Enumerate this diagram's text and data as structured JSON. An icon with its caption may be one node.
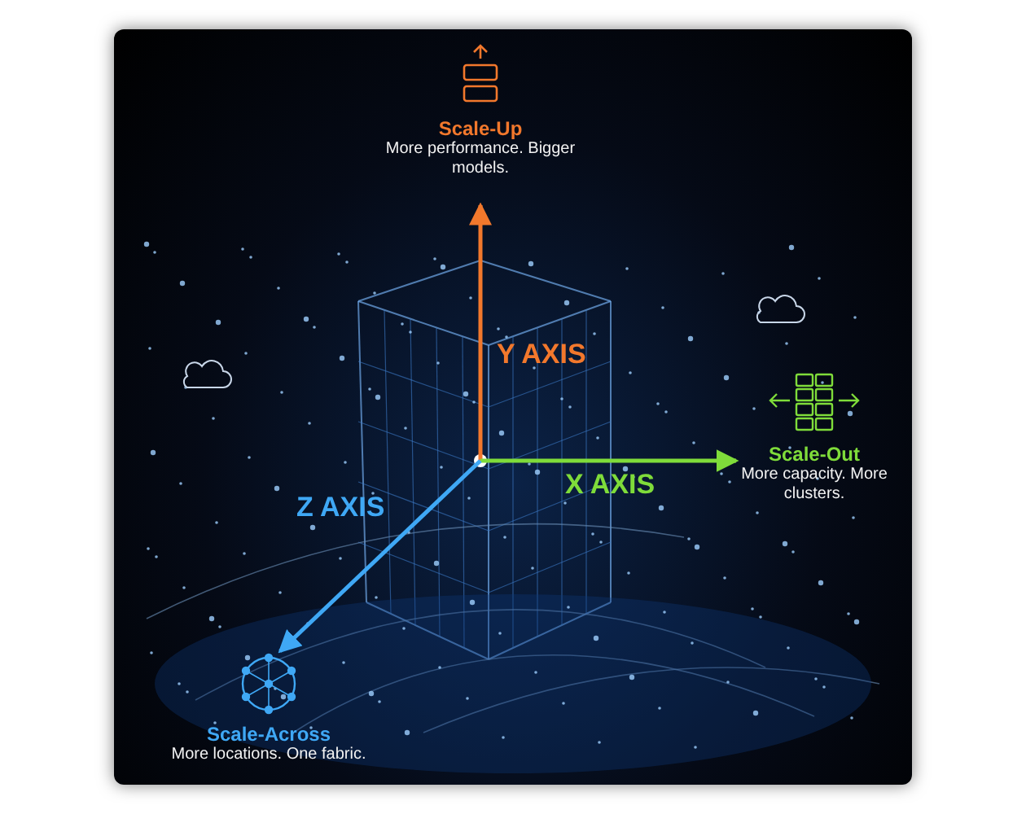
{
  "diagram": {
    "nodes": [
      {
        "text": [
          "Scale-Up",
          "More performance. Bigger models."
        ]
      },
      {
        "text": [
          "Scale-Out",
          "More capacity. More clusters."
        ]
      },
      {
        "text": [
          "Scale-Across",
          "More locations. One fabric."
        ]
      }
    ],
    "edges": [
      {
        "from": null,
        "to": 0,
        "arrow": "to",
        "label": "Y AXIS",
        "color": "#f2782c"
      },
      {
        "from": null,
        "to": 1,
        "arrow": "to",
        "label": "X AXIS",
        "color": "#7fdc3a"
      },
      {
        "from": null,
        "to": 2,
        "arrow": "to",
        "label": "Z AXIS",
        "color": "#3fa8f5"
      }
    ]
  }
}
